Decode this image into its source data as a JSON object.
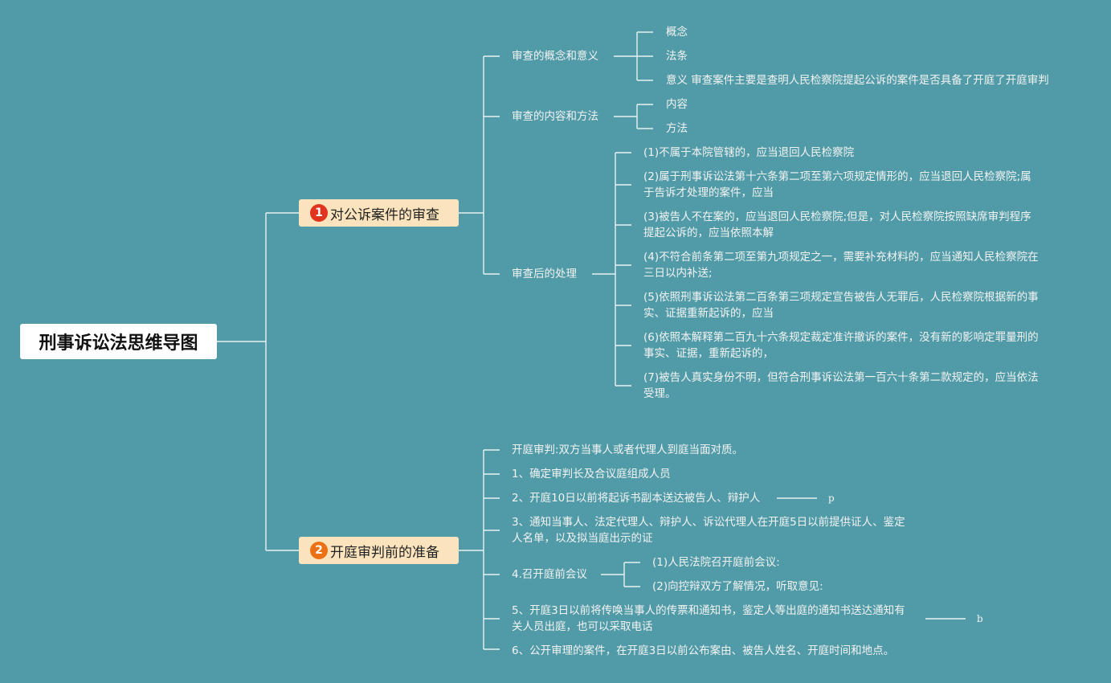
{
  "root": {
    "title": "刑事诉讼法思维导图"
  },
  "branches": [
    {
      "num": "1",
      "label": "对公诉案件的审查",
      "color": "#e0341f",
      "children": [
        {
          "label": "审查的概念和意义",
          "items": [
            "概念",
            "法条",
            "意义 审查案件主要是查明人民检察院提起公诉的案件是否具备了开庭了开庭审判"
          ]
        },
        {
          "label": "审查的内容和方法",
          "items": [
            "内容",
            "方法"
          ]
        },
        {
          "label": "审查后的处理",
          "items": [
            "(1)不属于本院管辖的，应当退回人民检察院",
            "(2)属于刑事诉讼法第十六条第二项至第六项规定情形的，应当退回人民检察院;属于告诉才处理的案件，应当",
            "(3)被告人不在案的，应当退回人民检察院;但是，对人民检察院按照缺席审判程序提起公诉的，应当依照本解",
            "(4)不符合前条第二项至第九项规定之一，需要补充材料的，应当通知人民检察院在三日以内补送;",
            "(5)依照刑事诉讼法第二百条第三项规定宣告被告人无罪后，人民检察院根据新的事实、证据重新起诉的，应当",
            "(6)依照本解释第二百九十六条规定裁定准许撤诉的案件，没有新的影响定罪量刑的事实、证据，重新起诉的，",
            "(7)被告人真实身份不明，但符合刑事诉讼法第一百六十条第二款规定的，应当依法受理。"
          ]
        }
      ]
    },
    {
      "num": "2",
      "label": "开庭审判前的准备",
      "color": "#ec7114",
      "children": [
        {
          "label": "开庭审判:双方当事人或者代理人到庭当面对质。"
        },
        {
          "label": "1、确定审判长及合议庭组成人员"
        },
        {
          "label": "2、开庭10日以前将起诉书副本送达被告人、辩护人",
          "tail": "p"
        },
        {
          "label": "3、通知当事人、法定代理人、辩护人、诉讼代理人在开庭5日以前提供证人、鉴定人名单，以及拟当庭出示的证"
        },
        {
          "label": "4.召开庭前会议",
          "items": [
            "(1)人民法院召开庭前会议:",
            "(2)向控辩双方了解情况，听取意见:"
          ]
        },
        {
          "label": "5、开庭3日以前将传唤当事人的传票和通知书，鉴定人等出庭的通知书送达通知有关人员出庭，也可以采取电话",
          "tail": "b"
        },
        {
          "label": "6、公开审理的案件，在开庭3日以前公布案由、被告人姓名、开庭时间和地点。"
        }
      ]
    }
  ]
}
